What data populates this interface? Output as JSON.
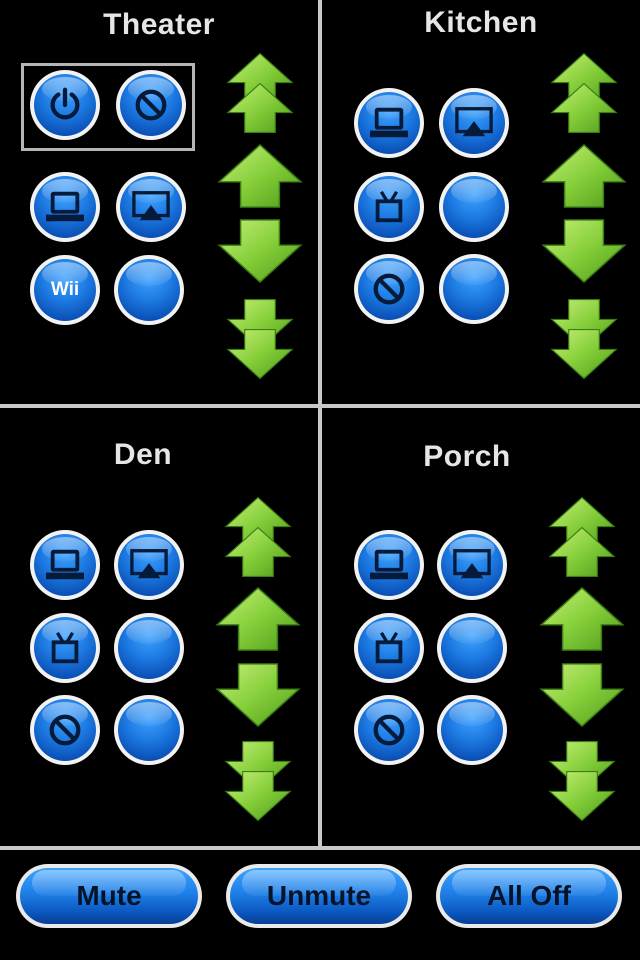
{
  "rooms": {
    "theater": {
      "title": "Theater",
      "wii_label": "Wii"
    },
    "kitchen": {
      "title": "Kitchen"
    },
    "den": {
      "title": "Den"
    },
    "porch": {
      "title": "Porch"
    }
  },
  "footer": {
    "mute_label": "Mute",
    "unmute_label": "Unmute",
    "all_off_label": "All Off"
  },
  "colors": {
    "background": "#000000",
    "button_blue": "#1b78e0",
    "arrow_green": "#7cc832",
    "divider": "#c9c9c9",
    "title_text": "#e6e6e6"
  },
  "icons": [
    "power-icon",
    "no-icon",
    "computer-icon",
    "airplay-icon",
    "tv-icon",
    "wii-icon"
  ]
}
